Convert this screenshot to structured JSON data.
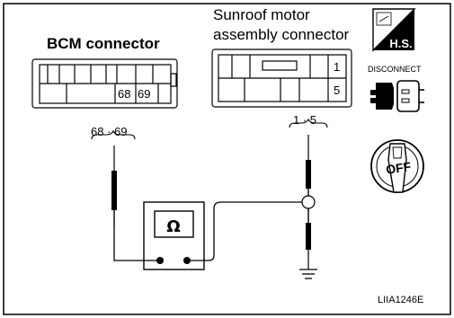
{
  "bcm_connector": {
    "title": "BCM connector",
    "pins_label": "68 · 69",
    "cell_labels": [
      "68",
      "69"
    ]
  },
  "sunroof_connector": {
    "title_line1": "Sunroof motor",
    "title_line2": "assembly connector",
    "pins_label": "1 · 5",
    "cell_labels": [
      "1",
      "5"
    ]
  },
  "side_icons": {
    "hs_label": "H.S.",
    "disconnect_label": "DISCONNECT",
    "key_label": "OFF"
  },
  "meter": {
    "symbol": "Ω"
  },
  "document_code": "LIIA1246E",
  "colors": {
    "ink": "#000000",
    "background": "#ffffff"
  }
}
